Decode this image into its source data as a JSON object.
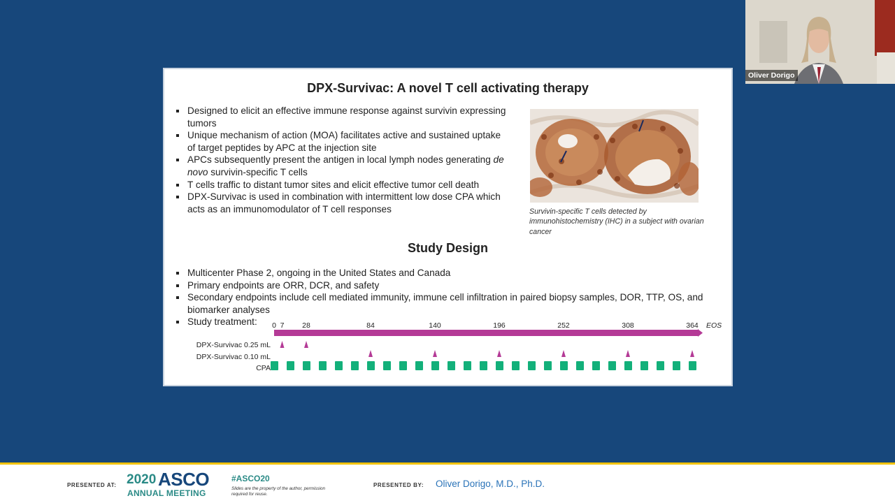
{
  "slide": {
    "title": "DPX-Survivac: A novel T cell activating therapy",
    "bullets_top": [
      {
        "pre": "Designed to elicit an effective immune response against survivin expressing tumors"
      },
      {
        "pre": "Unique mechanism of action (MOA) facilitates active and sustained uptake of target peptides by APC at the injection site"
      },
      {
        "pre": "APCs subsequently present the antigen in local lymph nodes generating ",
        "em": "de novo",
        "post": " survivin-specific T cells"
      },
      {
        "pre": "T cells traffic to distant tumor sites and elicit effective tumor cell death"
      },
      {
        "pre": "DPX-Survivac is used in combination with intermittent low dose CPA which acts as an immunomodulator of T cell responses"
      }
    ],
    "image_caption": "Survivin-specific T cells detected by immunohistochemistry (IHC) in a subject with ovarian cancer",
    "section_title": "Study Design",
    "bullets_bottom": [
      "Multicenter Phase 2, ongoing in the United States and Canada",
      "Primary endpoints are ORR, DCR, and safety",
      "Secondary endpoints include cell mediated immunity, immune cell infiltration in paired biopsy samples, DOR, TTP, OS, and biomarker analyses",
      "Study treatment:"
    ],
    "timeline": {
      "day_labels": [
        "0",
        "7",
        "28",
        "84",
        "140",
        "196",
        "252",
        "308",
        "364"
      ],
      "eos_label": "EOS",
      "row_labels": [
        "DPX-Survivac 0.25 mL",
        "DPX-Survivac 0.10 mL",
        "CPA"
      ],
      "dose_025_days": [
        7,
        28
      ],
      "dose_010_days": [
        84,
        140,
        196,
        252,
        308,
        364
      ],
      "cpa_block_count": 27,
      "bar_color": "#b43a96",
      "cpa_color": "#13b07a"
    }
  },
  "video": {
    "name": "Oliver Dorigo"
  },
  "footer": {
    "presented_at": "PRESENTED AT:",
    "logo_year": "2020",
    "logo_name": "ASCO",
    "logo_sub": "ANNUAL MEETING",
    "hashtag": "#ASCO20",
    "disclaimer": "Slides are the property of the author, permission required for reuse.",
    "presented_by": "PRESENTED BY:",
    "presenter": "Oliver Dorigo, M.D., Ph.D."
  }
}
